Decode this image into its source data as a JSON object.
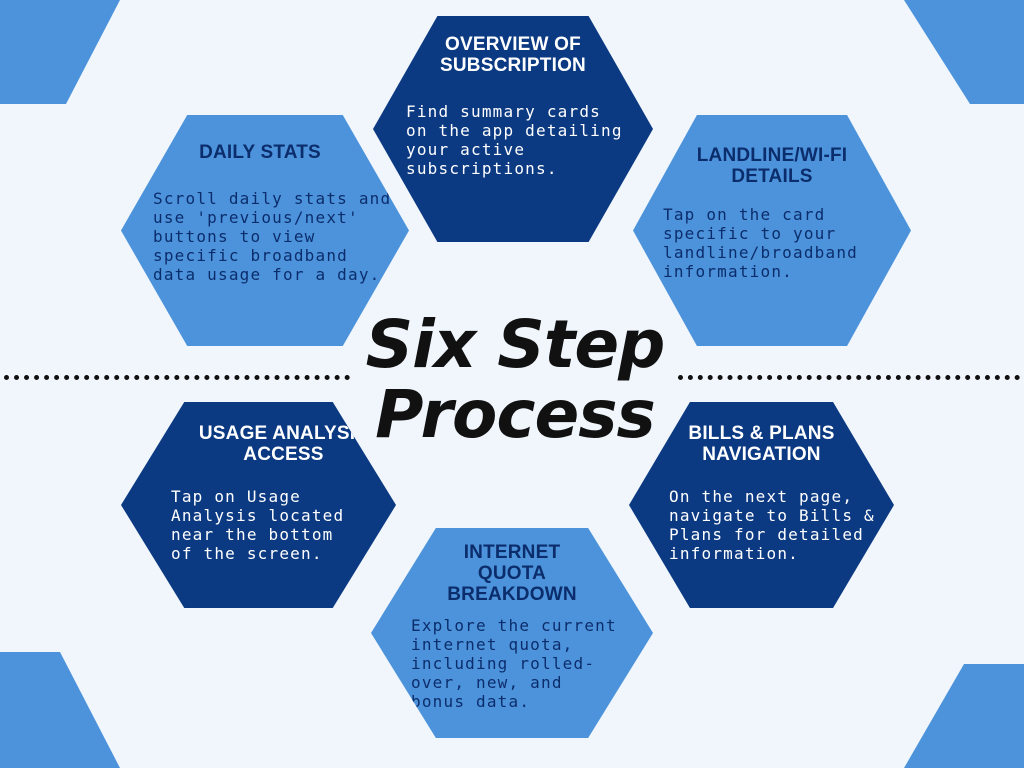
{
  "title": "Six Step\nProcess",
  "colors": {
    "background": "#f0f6fc",
    "dark_hex": "#0c3a82",
    "light_hex": "#4c93dc",
    "dark_text": "#0c2d6b"
  },
  "steps": {
    "overview": {
      "title": "OVERVIEW OF\nSUBSCRIPTION",
      "body": "Find summary cards\non the app detailing\nyour active\nsubscriptions."
    },
    "daily_stats": {
      "title": "DAILY STATS",
      "body": "Scroll daily stats and\nuse 'previous/next'\nbuttons to view\nspecific broadband\ndata usage for a day."
    },
    "landline": {
      "title": "LANDLINE/WI-FI\nDETAILS",
      "body": "Tap on the card\nspecific to your\nlandline/broadband\ninformation."
    },
    "usage_analysis": {
      "title": "USAGE ANALYSIS\nACCESS",
      "body": "Tap on Usage\nAnalysis located\nnear the bottom\nof the screen."
    },
    "bills_plans": {
      "title": "BILLS & PLANS\nNAVIGATION",
      "body": "On the next page,\nnavigate to Bills &\nPlans for detailed\ninformation."
    },
    "internet_quota": {
      "title": "INTERNET\nQUOTA\nBREAKDOWN",
      "body": "Explore the current\ninternet quota,\nincluding rolled-\nover, new, and\nbonus data."
    }
  }
}
